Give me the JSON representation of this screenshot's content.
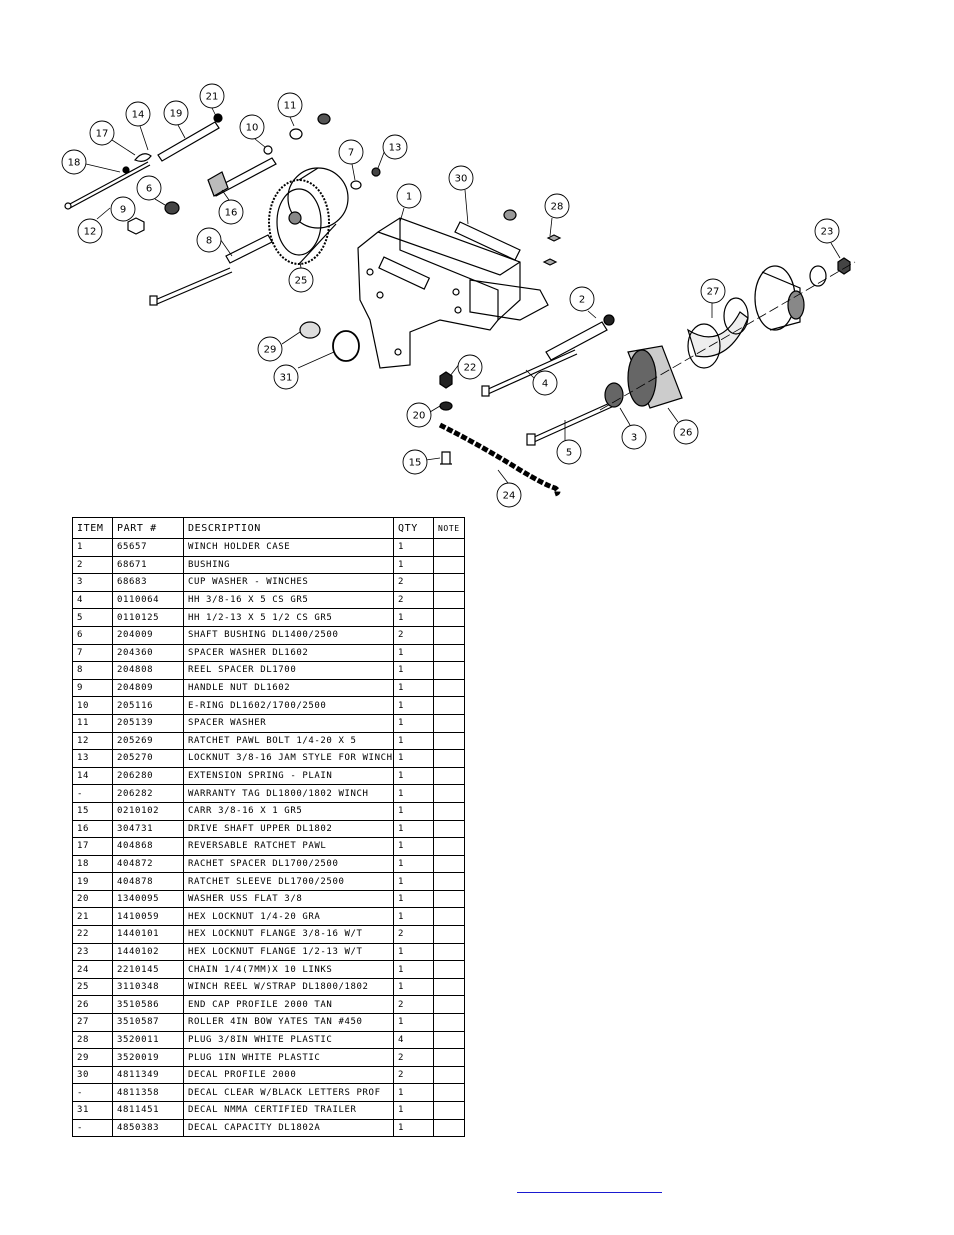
{
  "callouts": [
    "21",
    "14",
    "19",
    "11",
    "10",
    "17",
    "7",
    "13",
    "18",
    "30",
    "6",
    "1",
    "28",
    "9",
    "16",
    "12",
    "8",
    "23",
    "25",
    "27",
    "2",
    "29",
    "31",
    "22",
    "4",
    "20",
    "3",
    "26",
    "5",
    "15",
    "24"
  ],
  "table": {
    "headers": [
      "ITEM",
      "PART #",
      "DESCRIPTION",
      "QTY",
      "NOTE"
    ],
    "rows": [
      [
        "1",
        "65657",
        "WINCH HOLDER CASE",
        "1",
        ""
      ],
      [
        "2",
        "68671",
        "BUSHING",
        "1",
        ""
      ],
      [
        "3",
        "68683",
        "CUP WASHER - WINCHES",
        "2",
        ""
      ],
      [
        "4",
        "0110064",
        "HH 3/8-16 X 5 CS GR5",
        "2",
        ""
      ],
      [
        "5",
        "0110125",
        "HH 1/2-13 X 5 1/2 CS GR5",
        "1",
        ""
      ],
      [
        "6",
        "204009",
        "SHAFT BUSHING  DL1400/2500",
        "2",
        ""
      ],
      [
        "7",
        "204360",
        "SPACER WASHER  DL1602",
        "1",
        ""
      ],
      [
        "8",
        "204808",
        "REEL SPACER  DL1700",
        "1",
        ""
      ],
      [
        "9",
        "204809",
        "HANDLE NUT  DL1602",
        "1",
        ""
      ],
      [
        "10",
        "205116",
        "E-RING DL1602/1700/2500",
        "1",
        ""
      ],
      [
        "11",
        "205139",
        "SPACER WASHER",
        "1",
        ""
      ],
      [
        "12",
        "205269",
        "RATCHET PAWL BOLT 1/4-20 X 5",
        "1",
        ""
      ],
      [
        "13",
        "205270",
        "LOCKNUT 3/8-16 JAM STYLE FOR WINCH",
        "1",
        ""
      ],
      [
        "14",
        "206280",
        "EXTENSION SPRING - PLAIN",
        "1",
        ""
      ],
      [
        "-",
        "206282",
        "WARRANTY TAG DL1800/1802 WINCH",
        "1",
        ""
      ],
      [
        "15",
        "0210102",
        "CARR 3/8-16 X 1 GR5",
        "1",
        ""
      ],
      [
        "16",
        "304731",
        "DRIVE SHAFT UPPER  DL1802",
        "1",
        ""
      ],
      [
        "17",
        "404868",
        "REVERSABLE RATCHET PAWL",
        "1",
        ""
      ],
      [
        "18",
        "404872",
        "RACHET SPACER  DL1700/2500",
        "1",
        ""
      ],
      [
        "19",
        "404878",
        "RATCHET SLEEVE  DL1700/2500",
        "1",
        ""
      ],
      [
        "20",
        "1340095",
        "WASHER USS FLAT 3/8",
        "1",
        ""
      ],
      [
        "21",
        "1410059",
        "HEX LOCKNUT 1/4-20 GRA",
        "1",
        ""
      ],
      [
        "22",
        "1440101",
        "HEX LOCKNUT FLANGE 3/8-16 W/T",
        "2",
        ""
      ],
      [
        "23",
        "1440102",
        "HEX LOCKNUT FLANGE 1/2-13 W/T",
        "1",
        ""
      ],
      [
        "24",
        "2210145",
        "CHAIN 1/4(7MM)X 10 LINKS",
        "1",
        ""
      ],
      [
        "25",
        "3110348",
        "WINCH REEL W/STRAP  DL1800/1802",
        "1",
        ""
      ],
      [
        "26",
        "3510586",
        "END CAP PROFILE 2000 TAN",
        "2",
        ""
      ],
      [
        "27",
        "3510587",
        "ROLLER 4IN BOW YATES TAN #450",
        "1",
        ""
      ],
      [
        "28",
        "3520011",
        "PLUG  3/8IN WHITE PLASTIC",
        "4",
        ""
      ],
      [
        "29",
        "3520019",
        "PLUG  1IN WHITE PLASTIC",
        "2",
        ""
      ],
      [
        "30",
        "4811349",
        "DECAL PROFILE 2000",
        "2",
        ""
      ],
      [
        "-",
        "4811358",
        "DECAL CLEAR W/BLACK LETTERS PROF",
        "1",
        ""
      ],
      [
        "31",
        "4811451",
        "DECAL NMMA CERTIFIED TRAILER",
        "1",
        ""
      ],
      [
        "-",
        "4850383",
        "DECAL CAPACITY DL1802A",
        "1",
        ""
      ]
    ]
  }
}
